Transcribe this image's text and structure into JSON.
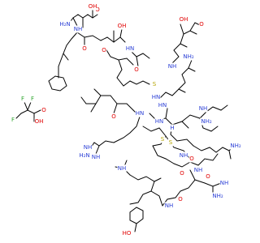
{
  "image": {
    "type": "chemical-structure",
    "background": "#ffffff"
  },
  "colors": {
    "O": "#e00000",
    "N": "#2b3fd6",
    "S": "#b5a400",
    "F": "#2ea52e",
    "C": "#000000"
  },
  "labels": [
    {
      "text": "O",
      "el": "O"
    },
    {
      "text": "OH",
      "el": "O"
    },
    {
      "text": "H₂N",
      "el": "N"
    },
    {
      "text": "NH",
      "el": "N"
    },
    {
      "text": "O",
      "el": "O"
    },
    {
      "text": "OH",
      "el": "O"
    },
    {
      "text": "S",
      "el": "S"
    },
    {
      "text": "HN",
      "el": "N"
    },
    {
      "text": "O",
      "el": "O"
    },
    {
      "text": "O",
      "el": "O"
    },
    {
      "text": "OH",
      "el": "O"
    },
    {
      "text": "O",
      "el": "O"
    },
    {
      "text": "NH₂",
      "el": "N"
    },
    {
      "text": "NH",
      "el": "N"
    },
    {
      "text": "HN",
      "el": "N"
    },
    {
      "text": "O",
      "el": "O"
    },
    {
      "text": "F",
      "el": "F"
    },
    {
      "text": "F",
      "el": "F"
    },
    {
      "text": "F",
      "el": "F"
    },
    {
      "text": "OH",
      "el": "O"
    },
    {
      "text": "O",
      "el": "O"
    },
    {
      "text": "HN",
      "el": "N"
    },
    {
      "text": "NH",
      "el": "N"
    },
    {
      "text": "H₂N",
      "el": "N"
    },
    {
      "text": "NH",
      "el": "N"
    },
    {
      "text": "HN",
      "el": "N"
    },
    {
      "text": "NH₂",
      "el": "N"
    },
    {
      "text": "NH",
      "el": "N"
    },
    {
      "text": "H",
      "el": "N"
    },
    {
      "text": "NH",
      "el": "N"
    },
    {
      "text": "HN",
      "el": "N"
    },
    {
      "text": "S",
      "el": "S"
    },
    {
      "text": "S",
      "el": "S"
    },
    {
      "text": "O",
      "el": "O"
    },
    {
      "text": "NH",
      "el": "N"
    },
    {
      "text": "O",
      "el": "O"
    },
    {
      "text": "O",
      "el": "O"
    },
    {
      "text": "NH",
      "el": "N"
    },
    {
      "text": "NH₂",
      "el": "N"
    },
    {
      "text": "O",
      "el": "O"
    },
    {
      "text": "HO",
      "el": "O"
    },
    {
      "text": "NH",
      "el": "N"
    },
    {
      "text": "NH",
      "el": "N"
    },
    {
      "text": "NH₂",
      "el": "N"
    }
  ]
}
